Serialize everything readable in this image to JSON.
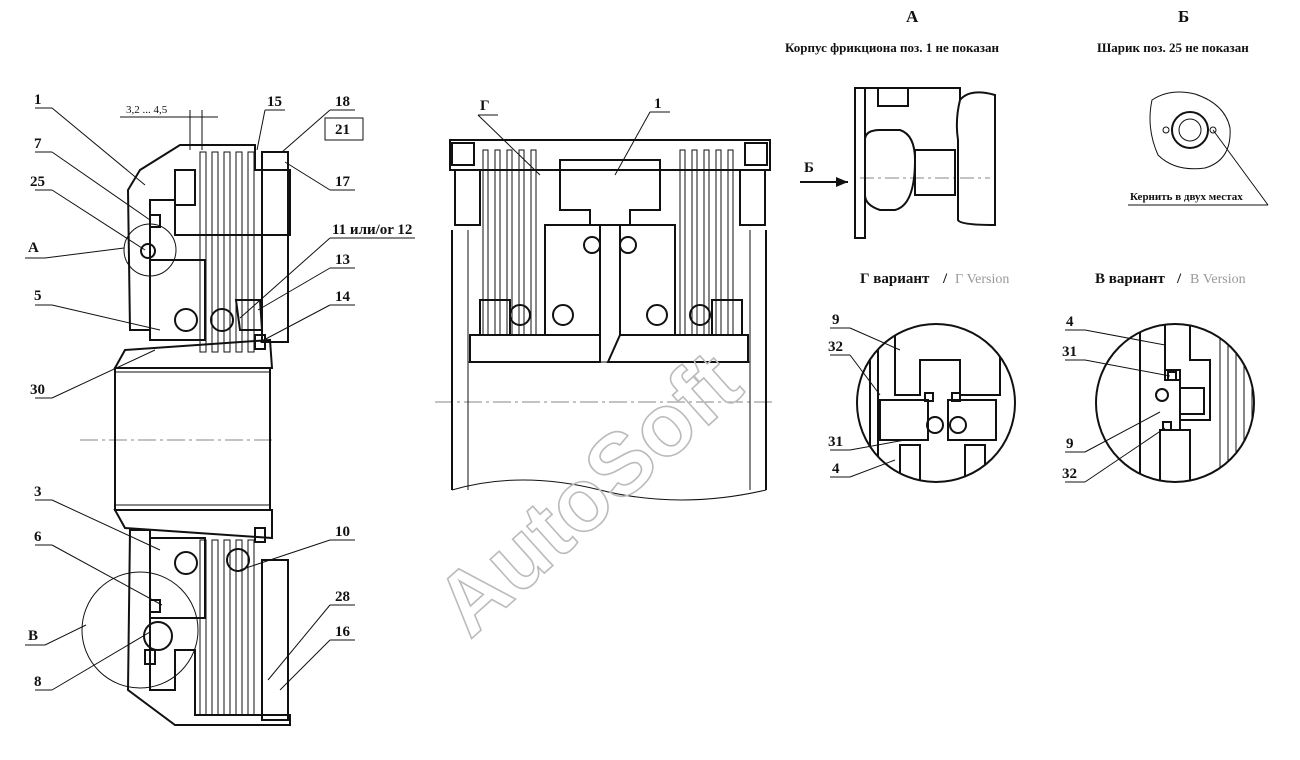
{
  "views": {
    "a": {
      "letter": "А",
      "caption": "Корпус фрикциона поз. 1 не показан"
    },
    "b": {
      "letter": "Б",
      "caption": "Шарик поз. 25 не показан",
      "note": "Кернить в двух местах"
    },
    "g_variant": {
      "text": "Г вариант",
      "slash": "/",
      "version": "Г Version"
    },
    "v_variant": {
      "text": "В вариант",
      "slash": "/",
      "version": "В Version"
    }
  },
  "left_section": {
    "dimension": "3,2 ... 4,5",
    "view_marks": {
      "a": "А",
      "v": "В"
    },
    "callouts": [
      "1",
      "7",
      "25",
      "5",
      "30",
      "3",
      "6",
      "8",
      "15",
      "18",
      "21",
      "17",
      "11 или/or 12",
      "13",
      "14",
      "10",
      "28",
      "16"
    ]
  },
  "middle_section": {
    "view_mark": "Г",
    "callout": "1",
    "arrow_label": "Б"
  },
  "g_detail": {
    "callouts": [
      "9",
      "32",
      "31",
      "4"
    ]
  },
  "v_detail": {
    "callouts": [
      "4",
      "31",
      "9",
      "32"
    ]
  },
  "watermark": "AutoSoft"
}
